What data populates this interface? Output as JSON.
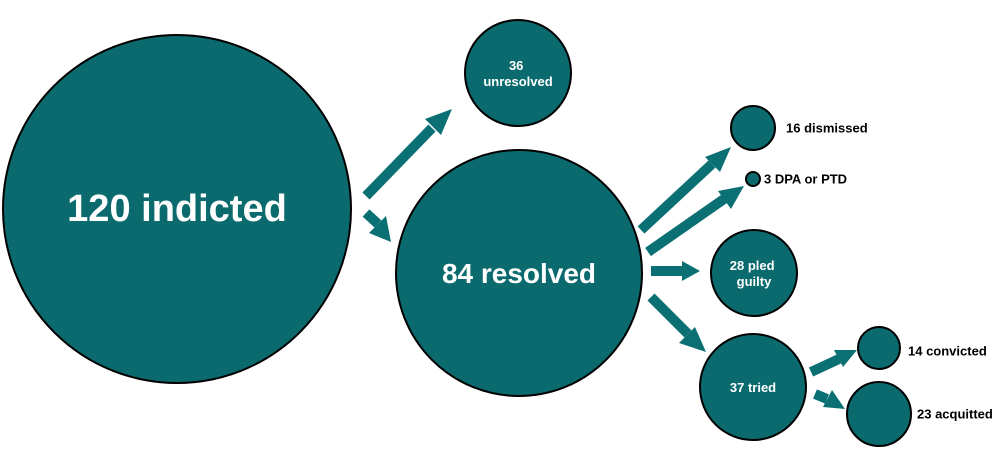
{
  "colors": {
    "fill": "#0a6a6e",
    "arrow": "#0b7073",
    "outline": "#000000",
    "inner_text": "#ffffff",
    "outer_text": "#000000"
  },
  "nodes": {
    "indicted": {
      "count": 120,
      "lines": [
        "120 indicted"
      ]
    },
    "unresolved": {
      "count": 36,
      "lines": [
        "36",
        "unresolved"
      ]
    },
    "resolved": {
      "count": 84,
      "lines": [
        "84 resolved"
      ]
    },
    "dismissed": {
      "count": 16,
      "label": "16 dismissed"
    },
    "dpa_ptd": {
      "count": 3,
      "label": "3 DPA or PTD"
    },
    "pled": {
      "count": 28,
      "lines": [
        "28 pled",
        "guilty"
      ]
    },
    "tried": {
      "count": 37,
      "lines": [
        "37 tried"
      ]
    },
    "convicted": {
      "count": 14,
      "label": "14 convicted"
    },
    "acquitted": {
      "count": 23,
      "label": "23 acquitted"
    }
  },
  "edges": [
    [
      "indicted",
      "unresolved"
    ],
    [
      "indicted",
      "resolved"
    ],
    [
      "resolved",
      "dismissed"
    ],
    [
      "resolved",
      "dpa_ptd"
    ],
    [
      "resolved",
      "pled"
    ],
    [
      "resolved",
      "tried"
    ],
    [
      "tried",
      "convicted"
    ],
    [
      "tried",
      "acquitted"
    ]
  ]
}
